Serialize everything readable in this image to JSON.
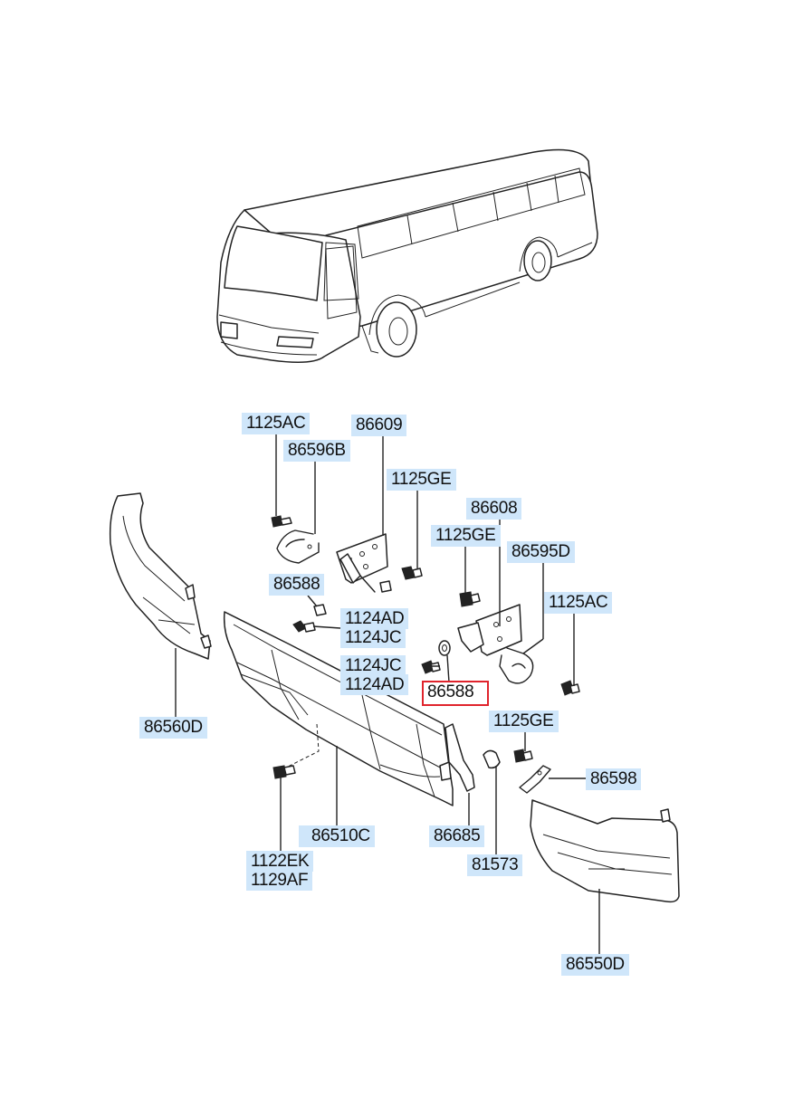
{
  "labels": {
    "p1125AC_left": "1125AC",
    "p86609": "86609",
    "p86596B": "86596B",
    "p1125GE_top": "1125GE",
    "p86608": "86608",
    "p1125GE_mid": "1125GE",
    "p86595D": "86595D",
    "p86588_left": "86588",
    "p1125AC_right": "1125AC",
    "p1124AD_top": "1124AD",
    "p1124JC_top": "1124JC",
    "p1124JC_bot": "1124JC",
    "p1124AD_bot": "1124AD",
    "p86588_selected": "86588",
    "p86560D": "86560D",
    "p1125GE_low": "1125GE",
    "p86598": "86598",
    "p86510C": "86510C",
    "p86685": "86685",
    "p1122EK": "1122EK",
    "p1129AF": "1129AF",
    "p81573": "81573",
    "p86550D": "86550D"
  },
  "colors": {
    "label_bg": "#cfe6fa",
    "selected_border": "#e0242c",
    "line": "#222222"
  },
  "selected_part": "86588"
}
